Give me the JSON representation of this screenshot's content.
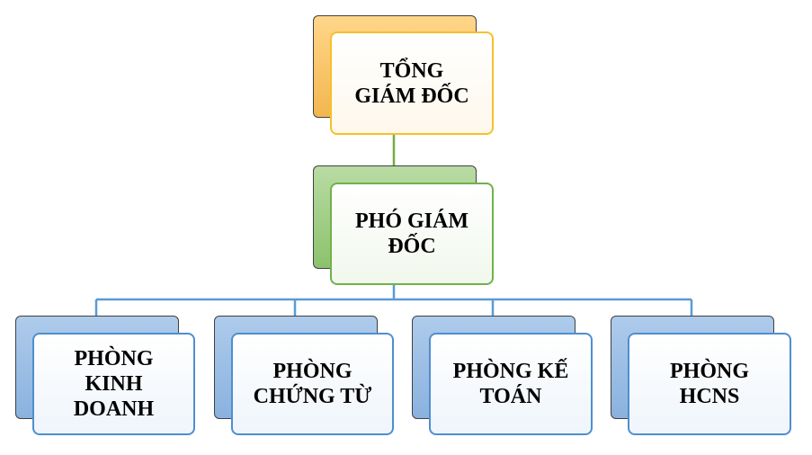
{
  "diagram": {
    "ceo": {
      "label": "TỔNG\nGIÁM ĐỐC"
    },
    "deputy": {
      "label": "PHÓ GIÁM\nĐỐC"
    },
    "departments": [
      {
        "label": "PHÒNG\nKINH\nDOANH"
      },
      {
        "label": "PHÒNG\nCHỨNG TỪ"
      },
      {
        "label": "PHÒNG KẾ\nTOÁN"
      },
      {
        "label": "PHÒNG\nHCNS"
      }
    ]
  },
  "colors": {
    "ceo_border": "#F5C02A",
    "ceo_back": "#FDD88A",
    "deputy_border": "#6FB24A",
    "deputy_back": "#A9D18E",
    "dept_border": "#4E8FD0",
    "dept_back": "#9DC3E6",
    "ceo_line": "#70AD47",
    "dept_line": "#5B9BD5"
  }
}
